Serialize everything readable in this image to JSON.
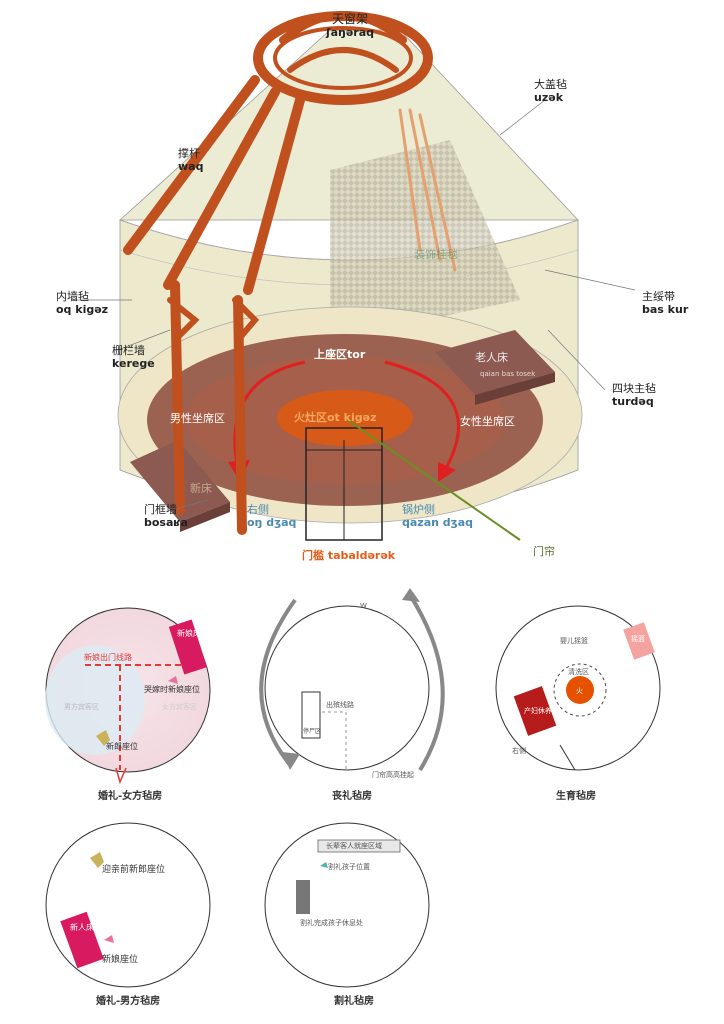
{
  "yurt": {
    "labels": {
      "tianchuang": {
        "zh": "天窗架",
        "lat": "ʃaŋəraq"
      },
      "chenggan": {
        "zh": "撑杆",
        "lat": "waq"
      },
      "dagaizhan": {
        "zh": "大盖毡",
        "lat": "uzək"
      },
      "neiqiangzhan": {
        "zh": "内墙毡",
        "lat": "oq kigəz"
      },
      "shanlanqiang": {
        "zh": "栅栏墙",
        "lat": "kerege"
      },
      "zhusuidai": {
        "zh": "主绥带",
        "lat": "bas kur"
      },
      "sikuaizhuzhan": {
        "zh": "四块主毡",
        "lat": "turdəq"
      },
      "mengkuangqiang": {
        "zh": "门框墙",
        "lat": "bosaʁa"
      },
      "menkan": "门槛 tabaldərək",
      "menlian": "门帘",
      "shangzuoqu": "上座区tor",
      "huozaoqu": "火灶区ot kigəz",
      "nanxing": "男性坐席区",
      "nvxing": "女性坐席区",
      "laorenchuang": "老人床",
      "laorenchuang_lat": "qaian bas tosek",
      "xinchuang": "新床",
      "youce": {
        "zh": "右侧",
        "lat": "oŋ dʒaq"
      },
      "guoluce": {
        "zh": "锅炉侧",
        "lat": "qazan dʒaq"
      },
      "faded": "装饰挂毯"
    }
  },
  "diagrams": {
    "wedding_bride": {
      "caption": "婚礼-女方毡房",
      "bride_bed": "新娘床",
      "route": "新娘出门线路",
      "cry_seat": "哭嫁时新娘座位",
      "groom_seat": "新郎座位",
      "male_guests": "男方宾客区",
      "female_guests": "女方宾客区"
    },
    "funeral": {
      "caption": "丧礼毡房",
      "north": "W",
      "route": "出殡线路",
      "body_area": "停尸区",
      "door_note": "门帘高高挂起"
    },
    "birth": {
      "caption": "生育毡房",
      "baby_cradle": "婴儿摇篮",
      "cradle_box": "摇篮",
      "clean_area": "清洗区",
      "fire": "火",
      "mother_area": "产妇休养区",
      "right_side": "右侧"
    },
    "wedding_groom": {
      "caption": "婚礼-男方毡房",
      "groom_seat": "迎亲前新郎座位",
      "bed": "新人床",
      "bride_seat": "新娘座位"
    },
    "circumcision": {
      "caption": "割礼毡房",
      "guests": "长辈客人就座区域",
      "child_pos": "割礼孩子位置",
      "rest": "割礼完成孩子休息处"
    }
  },
  "colors": {
    "wood": "#c0501e",
    "red": "#e02020",
    "bride_bed": "#d81b60",
    "mother_bed": "#b71c1c"
  }
}
